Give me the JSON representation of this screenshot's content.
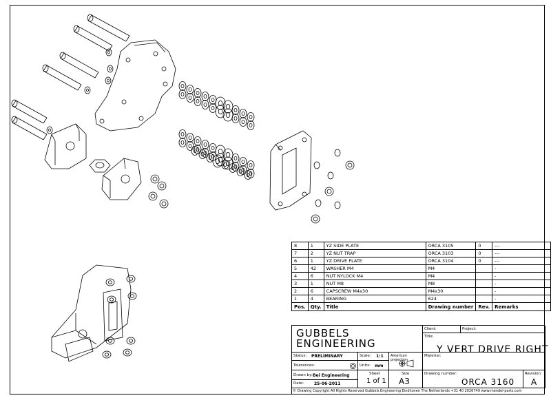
{
  "bom_rows": [
    {
      "pos": "8",
      "qty": "1",
      "title": "YZ SIDE PLATE",
      "drawing": "ORCA 3105",
      "rev": "0",
      "remarks": "---"
    },
    {
      "pos": "7",
      "qty": "2",
      "title": "YZ NUT TRAP",
      "drawing": "ORCA 3103",
      "rev": "0",
      "remarks": "---"
    },
    {
      "pos": "6",
      "qty": "1",
      "title": "YZ DRIVE PLATE",
      "drawing": "ORCA 3104",
      "rev": "0",
      "remarks": "---"
    },
    {
      "pos": "5",
      "qty": "42",
      "title": "WASHER M4",
      "drawing": "M4",
      "rev": "",
      "remarks": "-"
    },
    {
      "pos": "4",
      "qty": "6",
      "title": "NUT NYLOCK M4",
      "drawing": "M4",
      "rev": "",
      "remarks": "-"
    },
    {
      "pos": "3",
      "qty": "1",
      "title": "NUT M8",
      "drawing": "M8",
      "rev": "",
      "remarks": "-"
    },
    {
      "pos": "2",
      "qty": "6",
      "title": "CAPSCREW M4x30",
      "drawing": "M4x30",
      "rev": "",
      "remarks": "-"
    },
    {
      "pos": "1",
      "qty": "4",
      "title": "BEARING",
      "drawing": "624",
      "rev": "",
      "remarks": "-"
    }
  ],
  "bom_header": {
    "pos": "Pos.",
    "qty": "Qty.",
    "title": "Title",
    "drawing": "Drawing number",
    "rev": "Rev.",
    "remarks": "Remarks"
  },
  "title_block": {
    "client_label": "Client:",
    "project_label": "Project:",
    "company_line1": "GUBBELS",
    "company_line2": "ENGINEERING",
    "title_label": "Title:",
    "title": "Y VERT DRIVE RIGHT",
    "status_label": "Status:",
    "status": "PRELIMINARY",
    "scale_label": "Scale:",
    "scale": "1:1",
    "projection_label": "American projection",
    "material_label": "Material:",
    "tolerances_label": "Tolerances:",
    "units_label": "Units:",
    "units": "mm",
    "drawn_label": "Drawn by:",
    "drawn_by": "Bei Engineering",
    "sheet_label": "Sheet",
    "sheet": "1 of 1",
    "size_label": "Size",
    "size": "A3",
    "drawing_number_label": "Drawing number:",
    "drawing_number": "ORCA 3160",
    "revision_label": "Revision",
    "revision": "A",
    "date_label": "Date:",
    "date": "25-06-2011"
  },
  "footer": "© Drawing Copyright    All Rights Reserved    Gubbels Engineering    Eindhoven   The Netherlands   +31 40 2026749   www.mendel-parts.com"
}
